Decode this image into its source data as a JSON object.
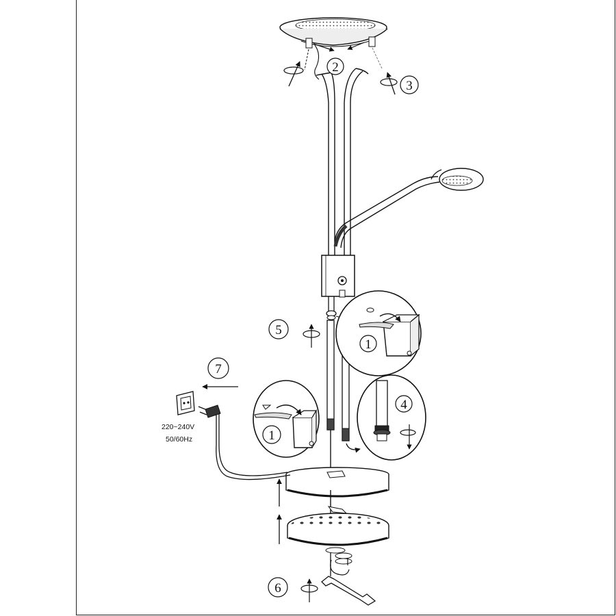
{
  "steps": {
    "s1a": "1",
    "s1b": "1",
    "s2": "2",
    "s3": "3",
    "s4": "4",
    "s5": "5",
    "s6": "6",
    "s7": "7"
  },
  "power": {
    "voltage": "220~240V",
    "frequency": "50/60Hz"
  },
  "colors": {
    "line": "#111111",
    "fill_dark": "#555555",
    "fill_mid": "#8a8a8a",
    "fill_light": "#d8d8d8"
  }
}
